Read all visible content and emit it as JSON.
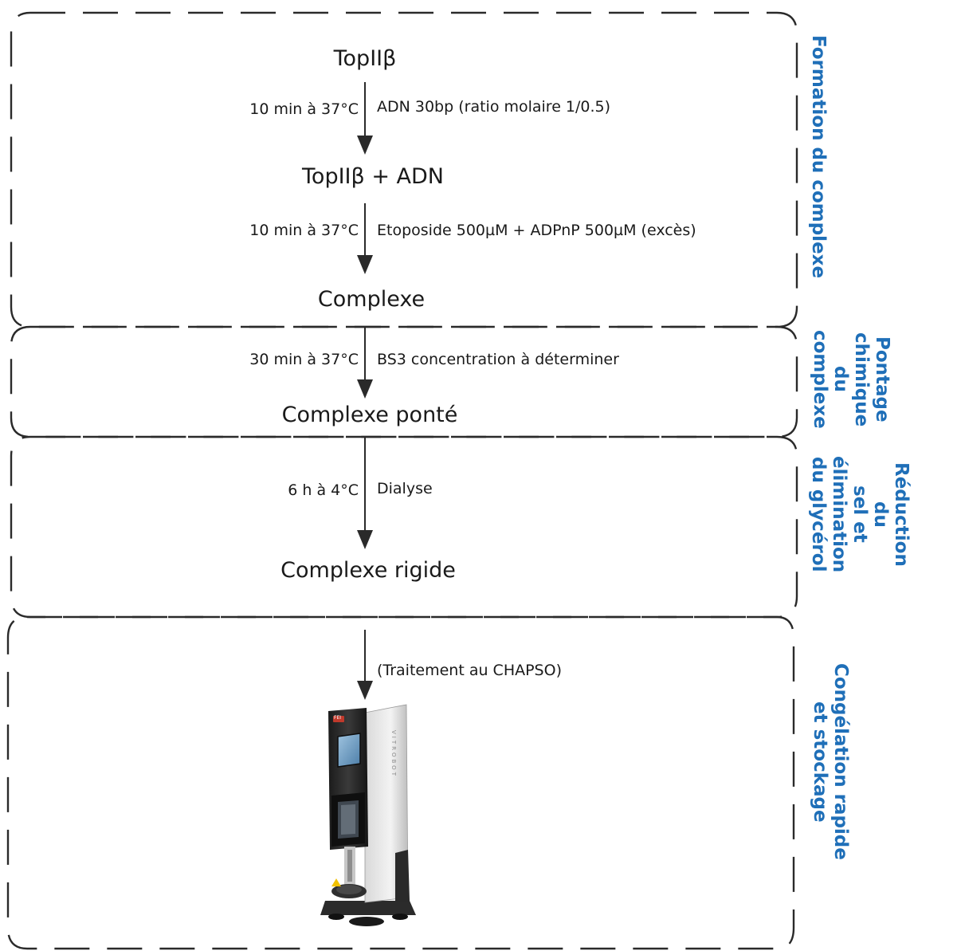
{
  "steps": {
    "s1": "TopIIβ",
    "s2": "TopIIβ + ADN",
    "s3": "Complexe",
    "s4": "Complexe ponté",
    "s5": "Complexe rigide"
  },
  "conditions": {
    "c1_left": "10 min à 37°C",
    "c1_right": "ADN 30bp (ratio molaire 1/0.5)",
    "c2_left": "10 min à 37°C",
    "c2_right": "Etoposide 500µM + ADPnP 500µM (excès)",
    "c3_left": "30 min à 37°C",
    "c3_right": "BS3 concentration à déterminer",
    "c4_left": "6 h à 4°C",
    "c4_right": "Dialyse",
    "c5_right": "(Traitement au CHAPSO)"
  },
  "stages": {
    "stage1": [
      "Formation du complexe"
    ],
    "stage2": [
      "Pontage",
      "chimique",
      "du",
      "complexe"
    ],
    "stage3": [
      "Réduction",
      "du",
      "sel et",
      "élimination",
      "du glycérol"
    ],
    "stage4": [
      "Congélation rapide",
      "et stockage"
    ]
  },
  "instrument": {
    "name_on_device": "VITROBOT",
    "logo_text": "FEI"
  },
  "colors": {
    "stage_label": "#1f6fb8",
    "line": "#2a2a2a"
  }
}
